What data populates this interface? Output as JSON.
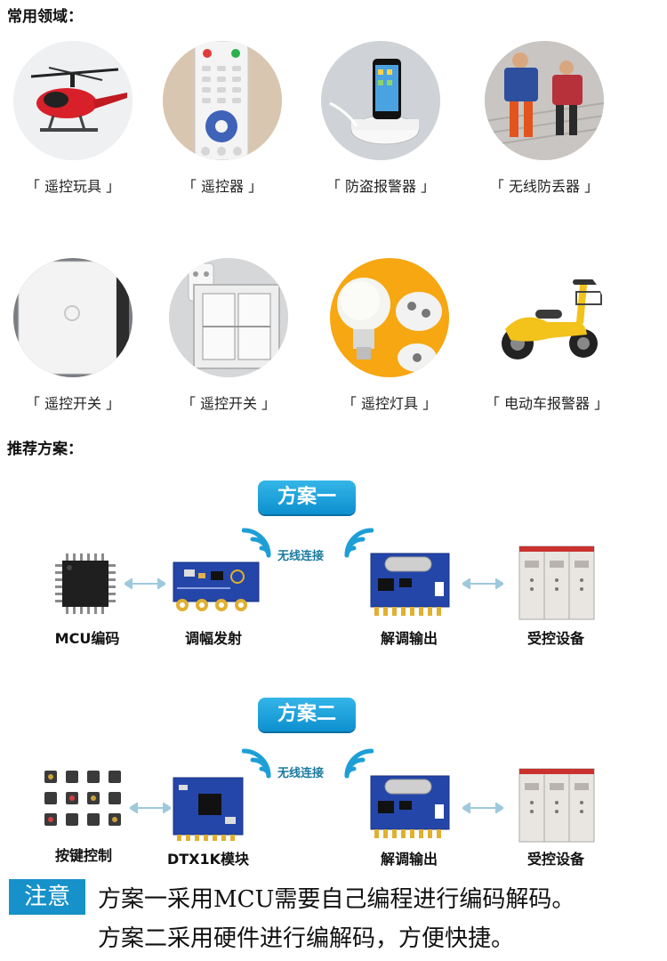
{
  "section1_title": "常用领域：",
  "applications": [
    {
      "label": "「 遥控玩具 」",
      "icon": "helicopter"
    },
    {
      "label": "「 遥控器 」",
      "icon": "remote-control"
    },
    {
      "label": "「 防盗报警器 」",
      "icon": "phone-dock"
    },
    {
      "label": "「 无线防丢器 」",
      "icon": "children-backpack"
    },
    {
      "label": "「 遥控开关 」",
      "icon": "touch-switch"
    },
    {
      "label": "「 遥控开关 」",
      "icon": "wall-switch"
    },
    {
      "label": "「 遥控灯具 」",
      "icon": "led-bulb"
    },
    {
      "label": "「 电动车报警器 」",
      "icon": "electric-scooter"
    }
  ],
  "section2_title": "推荐方案：",
  "scheme1": {
    "title": "方案一",
    "wireless_label": "无线连接",
    "steps": [
      "MCU编码",
      "调幅发射",
      "解调输出",
      "受控设备"
    ]
  },
  "scheme2": {
    "title": "方案二",
    "wireless_label": "无线连接",
    "steps": [
      "按键控制",
      "DTX1K模块",
      "解调输出",
      "受控设备"
    ]
  },
  "note": {
    "badge": "注意",
    "line1": "方案一采用MCU需要自己编程进行编码解码。",
    "line2": "方案二采用硬件进行编解码，方便快捷。"
  },
  "colors": {
    "accent": "#1791c9",
    "pcb_blue": "#2446a8",
    "gold": "#e0b030"
  }
}
